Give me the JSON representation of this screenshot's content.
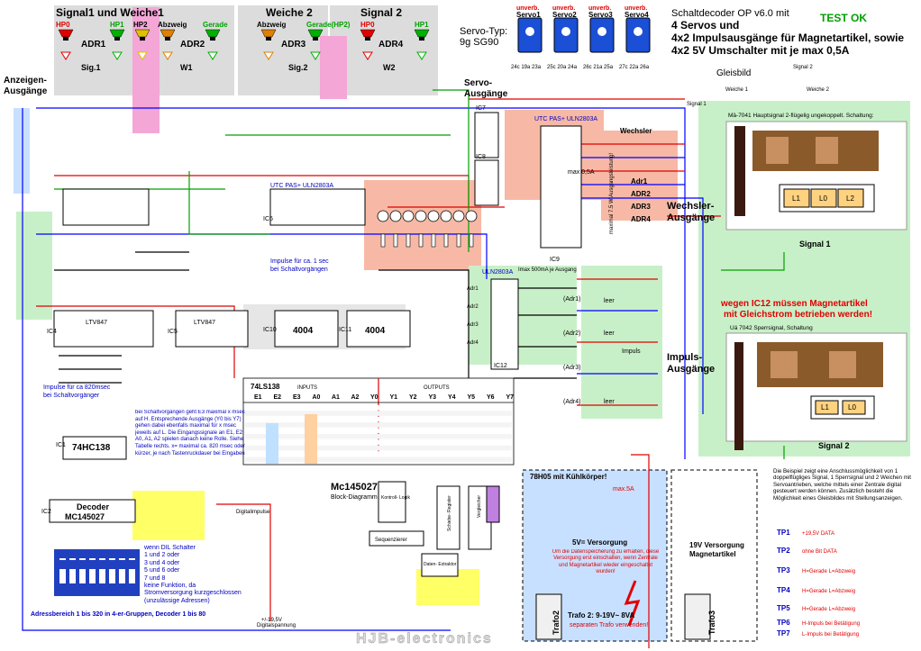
{
  "signals": {
    "sig1_title": "Signal1 und Weiche1",
    "w2_title": "Weiche 2",
    "sig2_title": "Signal 2",
    "lamps": [
      "HP0",
      "HP1",
      "HP2",
      "Abzweig",
      "Gerade",
      "Abzweig",
      "Gerade(HP2)",
      "HP0",
      "HP1"
    ],
    "adr": [
      "ADR1",
      "ADR2",
      "ADR3",
      "ADR4"
    ],
    "sig_labels": [
      "Sig.1",
      "W1",
      "Sig.2",
      "W2"
    ],
    "anzeigen": "Anzeigen-\nAusgänge"
  },
  "servo": {
    "typ_label": "Servo-Typ:",
    "typ_value": "9g SG90",
    "unverb": "unverb.",
    "names": [
      "Servo1",
      "Servo2",
      "Servo3",
      "Servo4"
    ],
    "pins": [
      "24c 19a 23a",
      "25c 20a 24a",
      "26c 21a 25a",
      "27c 22a 26a"
    ],
    "outputs_label": "Servo-\nAusgänge"
  },
  "header": {
    "title1": "Schaltdecoder OP v6.0 mit",
    "title2": "4 Servos und",
    "title3": "4x2 Impulsausgänge für Magnetartikel, sowie",
    "title4": "4x2 5V Umschalter mit je max 0,5A",
    "ok": "TEST OK"
  },
  "gleisbild": {
    "label": "Gleisbild",
    "items": [
      "Signal 1",
      "Weiche 1",
      "Weiche 2",
      "Signal 2"
    ]
  },
  "ics": {
    "ic7": "IC7",
    "ic8": "IC8",
    "ic9": "IC9",
    "ic6": "IC6",
    "ic10": "IC10",
    "ic11": "IC11",
    "ic12": "IC12",
    "ic4": "IC4",
    "ic5": "IC5",
    "ic1": "IC1",
    "ic2": "IC2",
    "part_4004": "4004",
    "part_74c138": "74HC138",
    "part_decoder": "Decoder",
    "part_mc145027": "MC145027",
    "part_uln": "ULN2803A",
    "part_utc": "UTC PAS+ ULN2803A",
    "part_ltv": "LTV847"
  },
  "wechsler": {
    "label": "Wechsler-\nAusgänge",
    "title": "Wechsler",
    "adr": [
      "Adr1",
      "ADR2",
      "ADR3",
      "ADR4"
    ],
    "max": "max 0,5A",
    "note": "maximal 7.5 W Ausgangsleistung!"
  },
  "impulse": {
    "label": "Impuls-\nAusgänge",
    "adr": [
      "(Adr1)",
      "(Adr2)",
      "(Adr3)",
      "(Adr4)"
    ],
    "bus": [
      "Adr1",
      "Adr2",
      "Adr3",
      "Adr4"
    ],
    "imax": "Imax 500mA je Ausgang",
    "leer": "leer",
    "impuls": "Impuls"
  },
  "warning": {
    "line1": "wegen IC12 müssen Magnetartikel",
    "line2": "mit Gleichstrom betrieben werden!"
  },
  "photos": {
    "top": "Mä-7041 Hauptsignal 2-flügelig ungekoppelt. Schaltung:",
    "bottom": "Uä 7042 Sperrsignal, Schaltung",
    "signal1": "Signal 1",
    "signal2": "Signal 2",
    "coils": [
      "L1",
      "L0",
      "L2",
      "L1",
      "L0"
    ]
  },
  "truth_table": {
    "title": "74LS138",
    "inputs": "INPUTS",
    "outputs": "OUTPUTS",
    "cols": [
      "E1",
      "E2",
      "E3",
      "A0",
      "A1",
      "A2",
      "Y0",
      "Y1",
      "Y2",
      "Y3",
      "Y4",
      "Y5",
      "Y6",
      "Y7"
    ]
  },
  "notes": {
    "impulse_1s": "Impulse für ca. 1 sec\nbei Schaltvorgängen",
    "impulse_820": "Impulse für ca 820msec\nbei Schaltvorgänger",
    "decoder_note": "bei Schaltvorgängen geht E3 maximal x msec auf H. Entsprechende Ausgänge (Y0 bis Y7) gehen dabei ebenfalls maximal für x msec jeweils auf L. Die Eingangssignale an E1, E2, A0, A1, A2 spielen danach keine Rolle. Siehe Tabelle rechts. x= maximal ca. 820 msec oder kürzer, je nach Tastenruckdauer bei Eingaben",
    "dil": "wenn DIL Schalter\n1 und 2 oder\n3 und 4 oder\n5 und 6 oder\n7 und 8\nkeine Funktion, da\nStromversorgung kurzgeschlossen\n(unzulässige Adressen)",
    "adressbereich": "Adressbereich 1 bis 320 in 4-er-Gruppen, Decoder 1 bis 80",
    "block": "Mc145027",
    "block_sub": "Block-Diagramm",
    "sequenzierer": "Sequenzierer",
    "daten": "Daten-\nExtraktor",
    "kontroll": "Kontroll-\nLogik",
    "vergleicher": "Vergleicher",
    "schiebe": "Schiebe-\nRegister"
  },
  "power": {
    "v5_title": "78H05 mit Kühlkörper!",
    "v5": "5V= Versorgung",
    "v19": "19V Versorgung\nMagnetartikel",
    "trafo2": "Trafo 2: 9-19V~ 8VA",
    "trafo2b": "separaten Trafo verwenden!",
    "trafo2_lbl": "Trafo2",
    "trafo3_lbl": "Trafo3",
    "warn": "Um die Datenspeicherung zu erhalten, diese Versorgung erst einschalten, wenn Zentrale und Magnetartikel wieder eingeschaltet wurden!",
    "max5a": "max.5A",
    "max05": "max 0,5A"
  },
  "tp": {
    "items": [
      {
        "name": "TP1",
        "desc": "+19,5V DATA"
      },
      {
        "name": "TP2",
        "desc": "ohne Bit DATA"
      },
      {
        "name": "TP3",
        "desc": "H=Gerade L=Abzweig"
      },
      {
        "name": "TP4",
        "desc": "H=Gerade L=Abzweig"
      },
      {
        "name": "TP5",
        "desc": "H=Gerade L=Abzweig"
      },
      {
        "name": "TP6",
        "desc": "H-Impuls bei Betätigung"
      },
      {
        "name": "TP7",
        "desc": "L-Impuls bei Betätigung"
      }
    ],
    "example": "Die Beispiel zeigt eine Anschlussmöglichkeit von 1 doppelflügliges Signal, 1 Sperrsignal und 2 Weichen mit Servoantrieben, welche mittels einer Zentrale digital gesteuert werden können. Zusätzlich besteht die Möglichkeit eines Gleisbildes mit Stellungsanzeigen."
  },
  "footer": {
    "brand": "HJB-electronics",
    "digital": "Digitalspannung",
    "mini": "Digitalimpulse",
    "sv": "+/-19,5V"
  },
  "colors": {
    "pink": "#f4a6d6",
    "blue_wire": "#0000ff",
    "red_wire": "#e00000",
    "green_wire": "#00a000",
    "salmon": "#f7b9a5",
    "light_green": "#c8f0c8",
    "yellow": "#ffff66",
    "light_blue": "#c8e0ff"
  }
}
